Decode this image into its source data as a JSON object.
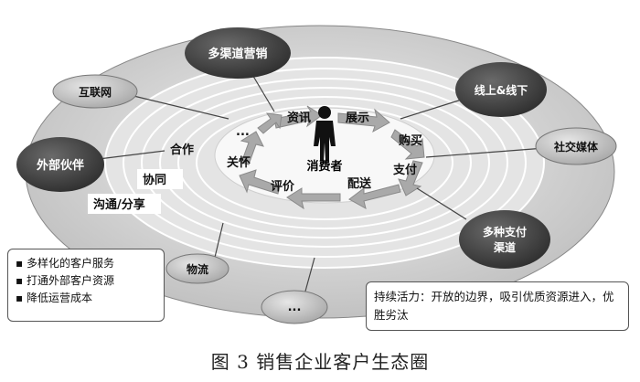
{
  "center": "消费者",
  "ring_labels": [
    "资讯",
    "展示",
    "购买",
    "支付",
    "配送",
    "评价",
    "关怀",
    "合作",
    "..."
  ],
  "outer_nodes": {
    "multichannel": "多渠道营销",
    "online_offline": "线上&线下",
    "social_media": "社交媒体",
    "multi_payment": "多种支付渠道",
    "internet": "互联网",
    "partners": "外部伙伴",
    "logistics": "物流",
    "ellipsis": "..."
  },
  "left_steps": [
    "协同",
    "沟通/分享"
  ],
  "benefits_box": [
    "多样化的客户服务",
    "打通外部客户资源",
    "降低运营成本"
  ],
  "vitality_box": "持续活力：开放的边界，吸引优质资源进入，优胜劣汰",
  "caption": "图 3    销售企业客户生态圈"
}
